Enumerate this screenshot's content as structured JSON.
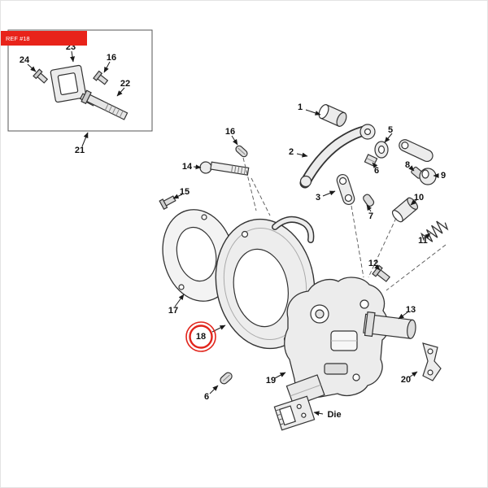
{
  "banner": {
    "label": "REF #18",
    "bg": "#e8231a",
    "fg": "#ffffff"
  },
  "annotation": {
    "highlighted_part": "18",
    "highlight_color": "#e1251c"
  },
  "callouts": [
    {
      "id": "part-1",
      "label": "1"
    },
    {
      "id": "part-2",
      "label": "2"
    },
    {
      "id": "part-3",
      "label": "3"
    },
    {
      "id": "part-5",
      "label": "5"
    },
    {
      "id": "part-6-upper",
      "label": "6"
    },
    {
      "id": "part-7",
      "label": "7"
    },
    {
      "id": "part-8",
      "label": "8"
    },
    {
      "id": "part-9",
      "label": "9"
    },
    {
      "id": "part-10",
      "label": "10"
    },
    {
      "id": "part-11",
      "label": "11"
    },
    {
      "id": "part-12",
      "label": "12"
    },
    {
      "id": "part-13",
      "label": "13"
    },
    {
      "id": "part-14",
      "label": "14"
    },
    {
      "id": "part-15",
      "label": "15"
    },
    {
      "id": "part-16-main",
      "label": "16"
    },
    {
      "id": "part-17",
      "label": "17"
    },
    {
      "id": "part-18",
      "label": "18"
    },
    {
      "id": "part-19",
      "label": "19"
    },
    {
      "id": "part-20",
      "label": "20"
    },
    {
      "id": "part-6-lower",
      "label": "6"
    },
    {
      "id": "die",
      "label": "Die"
    },
    {
      "id": "part-21",
      "label": "21"
    },
    {
      "id": "part-22",
      "label": "22"
    },
    {
      "id": "part-23",
      "label": "23"
    },
    {
      "id": "part-24",
      "label": "24"
    },
    {
      "id": "part-16-inset",
      "label": "16"
    }
  ]
}
